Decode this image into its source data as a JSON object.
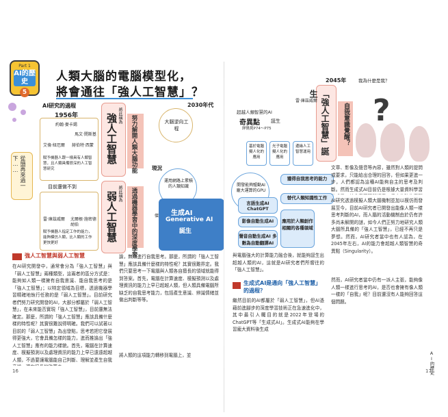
{
  "header": {
    "part_label": "Part 1",
    "section_name": "AI的歷史",
    "section_number": "5",
    "title_line1": "人類大腦的電腦模型化，",
    "title_line2": "將會通往「強人工智慧」？"
  },
  "timeline": {
    "ai_process": "AI研究的過程",
    "year_1956": "1956年",
    "year_2030": "2030年代",
    "year_2045": "2045年",
    "left_side": "從頭再來過一下……",
    "not_yet": "目前還做不到",
    "now": "現況",
    "people_1956": [
      "約翰·麥卡錫",
      "馬文·閔斯基",
      "艾倫·紐厄爾",
      "赫伯特·西蒙"
    ],
    "people_now": [
      "雷·庫茲威爾",
      "尤爾根·施密德胡伯"
    ],
    "note_strong": "賦予機器人跟一樣具有人類智慧，且人類具備很深的人工智慧研究",
    "note_weak": "賦予機器人指定工作的能力，能夠模仿人類，比人類的工作更快更好",
    "called_strong": "將此稱為",
    "strong_ai": "強人工智慧",
    "called_weak": "將此稱為",
    "weak_ai": "弱人工智慧",
    "effort_understand": "努力解開人類大腦功能",
    "deep_learning": "透過機器學習中的深度學習",
    "brain_engineering": "大腦逆向工程",
    "web_knowledge": "運用網路上累積的人類知識",
    "hinton": "傑佛瑞·辛頓",
    "gpu": "開發能夠驅動AI龐大運算的GPU",
    "genai_title": "生成AI",
    "genai_en": "Generative AI",
    "genai_birth": "誕生",
    "singularity_title": "超越人類智慧的AI",
    "singularity_name": "奇異點",
    "singularity_birth": "誕生",
    "singularity_ref": "詳情見P74～P75",
    "sci_fi": [
      "基於電腦擬人化的應用",
      "光子電腦擬人化的應用",
      "邊緣人工智慧運用"
    ],
    "think_ability": "獲得自我思考的能力",
    "replace_jobs": "替代人類知識性工作",
    "text_gen": "言語生成AI ChatGPT",
    "image_gen": "影像自動生成AI",
    "audio_gen": "聲音自動生成AI 多數為自動翻譯AI",
    "application": "應用於人類創作相關的各種領域",
    "strong_born": "「強人工智慧」誕生",
    "self_awareness": "自我意識覺醒？",
    "why_born": "我為什麼是我？",
    "kurzweil_caption": "雷·庫茲威爾"
  },
  "left_article": {
    "heading": "強人工智慧與弱人工智慧",
    "paragraph": "在AI研究開發中，通常會分為「強人工智慧」與「弱人工智慧」兩種類型，這兩者的區分方式是：能夠如人類一樣擁有自我意識、能自我思考的是「強人工智慧」；以特定領域為目標，透過機器學習精確地執行任務的是「弱人工智慧」。目前研究者們努力研究開發的AI，大部分都屬於「弱人工智慧」，在未來能否實現「強人工智慧」，目前還無法確定。那麼，所謂的「強人工智慧」應該具備什麼樣的特性呢？其實很難說得明確。我們可以試著以目前的「弱人工智慧」為出發點，思考若把它發展得更強大，它會具備怎樣的能力，進而推論出「強人工智慧」應有的能力樣貌。首先，電腦在計算速度、模擬預測以及處理資訊的能力上早已遠遠超越人類，不過要讓電腦能自己判斷、理解並產生自我意識，還有很長的路要走。",
    "col2": "論，無法進行自我思考。那麼，所謂的「強人工智慧」應該具備什麼樣的特性呢？其實很難界定。我們只要思考一下電腦與人類各自擅長的領域就能得到答案。首先，電腦在計算速度、模擬預測以及處理資訊的能力上早已超越人類，但人類具備電腦所缺乏的自我思考能力，包括產生意識、辨識情緒並做出判斷等等。",
    "col2b": "將人類的這項能力轉移到電腦上，並",
    "page_number": "16"
  },
  "right_article": {
    "col1": "與電腦強大的計算能力融合後，就能夠誕生出超越人類的AI，這就是AI研究者們所嚮往的「強人工智慧」。",
    "heading": "生成式AI是通向「強人工智慧」的過程？",
    "paragraph": "繼然目前的AI都屬於「弱人工智慧」，但AI憑藉前進腳步的深度學習技術正在急速進化中，其中最引人矚目的就是2022年登場的ChatGPT等「生成式AI」。生成式AI能夠在學習龐大資料後生成",
    "col2": "文章、影像及聲音等內容，雖然對人類的提問或要求，只能給出合理的回答，但如果更進一步，人們都認為這種AI能夠自主的思考及判斷。然而生成式AI目前仍是根據大量資料學習的成果，並非真正理解語意，但它的確為實現「強人工智慧」提供了極大的可能。",
    "col2b": "AI研究透過模擬人類大腦機制並加以模仿而發展至今，目前AI研究者已開發出能像人類一樣思考判斷的AI，而人腦的活動機制由於仍有許多尚未解開的謎，如今人們正努力地研究人類大腦所具備的「強人工智慧」，已經不再只是夢想。然而，AI研究者當中也有人認為，在2045年左右，AI的能力會超越人類智慧的奇異點（Singularity）。",
    "col2c": "然而，AI研究者當中仍有一派人主張，能夠像人類一樣進行思考的AI，是否也會擁有像人類一樣的「自我」呢？目前還沒有人能夠回答這個問題。",
    "page_number": "17",
    "side_tab": "AI的歷史"
  },
  "colors": {
    "accent_blue": "#3e7fc7",
    "accent_red": "#c0392b",
    "box_yellow": "#fff4d6",
    "box_pink": "#fde7e3"
  }
}
